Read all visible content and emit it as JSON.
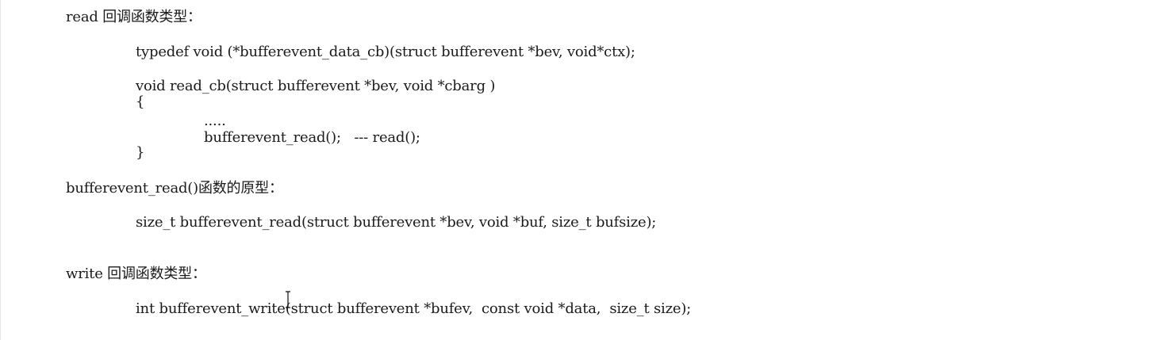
{
  "doc": {
    "read_heading": "read 回调函数类型：",
    "read_typedef": "typedef void (*bufferevent_data_cb)(struct bufferevent *bev, void*ctx);",
    "read_cb_sig": "void read_cb(struct bufferevent *bev, void *cbarg )",
    "open_brace": "{",
    "ellipsis": ".....",
    "read_call": "bufferevent_read();   --- read();",
    "close_brace": "}",
    "read_proto_heading": "bufferevent_read()函数的原型：",
    "read_proto": "size_t bufferevent_read(struct bufferevent *bev, void *buf, size_t bufsize);",
    "write_heading": "write 回调函数类型：",
    "write_proto": "int bufferevent_write(struct bufferevent *bufev,  const void *data,  size_t size);"
  }
}
